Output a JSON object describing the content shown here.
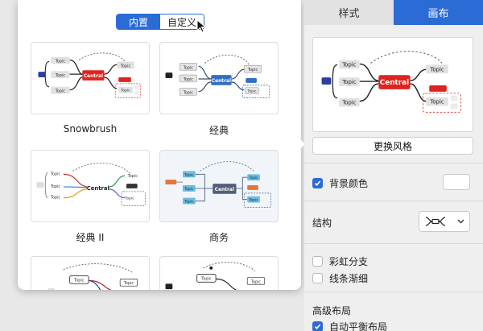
{
  "popover": {
    "segment": {
      "builtin": "内置",
      "custom": "自定义"
    },
    "themes": [
      {
        "label": "Snowbrush"
      },
      {
        "label": "经典"
      },
      {
        "label": "经典 II"
      },
      {
        "label": "商务"
      }
    ],
    "mindmap": {
      "central": "Central",
      "topic": "Topic",
      "sub": "Topic"
    }
  },
  "panel": {
    "tabs": {
      "style": "样式",
      "canvas": "画布"
    },
    "preview": {
      "central": "Central",
      "topic": "Topic"
    },
    "change_style": "更换风格",
    "background_color": {
      "label": "背景颜色",
      "checked": true
    },
    "structure": {
      "label": "结构"
    },
    "rainbow_branch": {
      "label": "彩虹分支",
      "checked": false
    },
    "taper_lines": {
      "label": "线条渐细",
      "checked": false
    },
    "advanced_layout": {
      "label": "高级布局"
    },
    "auto_balance": {
      "label": "自动平衡布局",
      "checked": true
    }
  },
  "colors": {
    "accent": "#2b6bd6",
    "central_red": "#e0231f",
    "central_blue": "#2f6fc4",
    "central_slate": "#51607a"
  }
}
